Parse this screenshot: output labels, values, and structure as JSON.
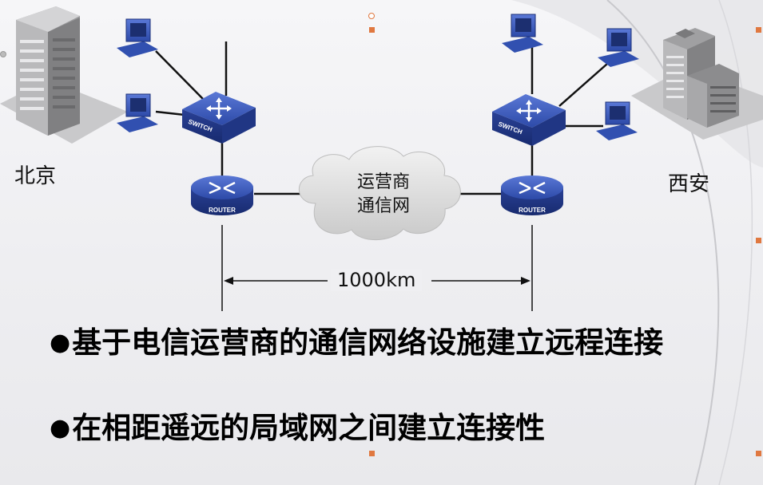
{
  "diagram": {
    "left_site_label": "北京",
    "right_site_label": "西安",
    "cloud_line1": "运营商",
    "cloud_line2": "通信网",
    "distance_label": "1000km",
    "switch_text": "SWITCH",
    "router_text": "ROUTER"
  },
  "bullets": [
    "基于电信运营商的通信网络设施建立远程连接",
    "在相距遥远的局域网之间建立连接性"
  ],
  "colors": {
    "device_blue": "#2d4aa8",
    "device_dark": "#1a2f78",
    "building_gray": "#8a8a8a",
    "cloud_gray": "#d8d8d8",
    "selection_handle": "#e07840"
  }
}
